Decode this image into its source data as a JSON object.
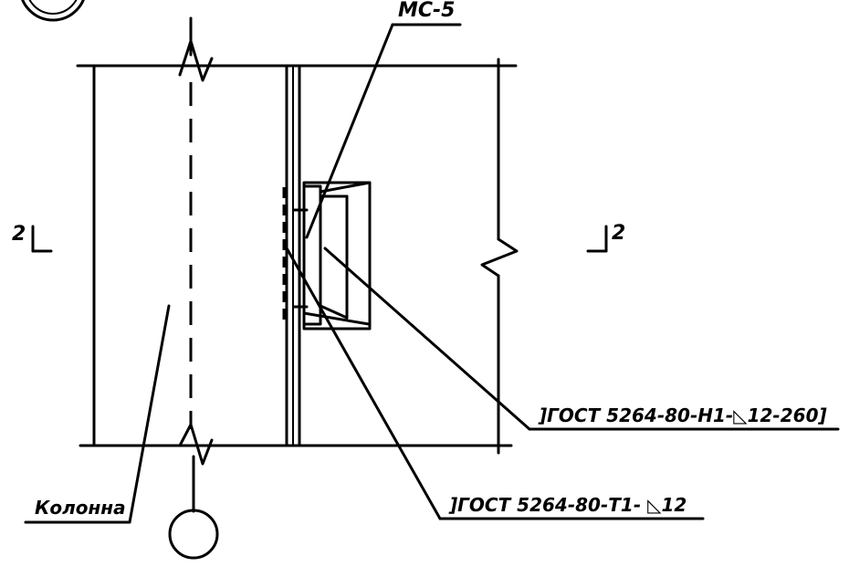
{
  "labels": {
    "part_mark": "МС-5",
    "weld_top": "]ГОСТ 5264-80-Н1-◺12-260]",
    "weld_bottom": "]ГОСТ 5264-80-Т1- ◺12",
    "column": "Колонна",
    "section_left": "2",
    "section_right": "2"
  }
}
